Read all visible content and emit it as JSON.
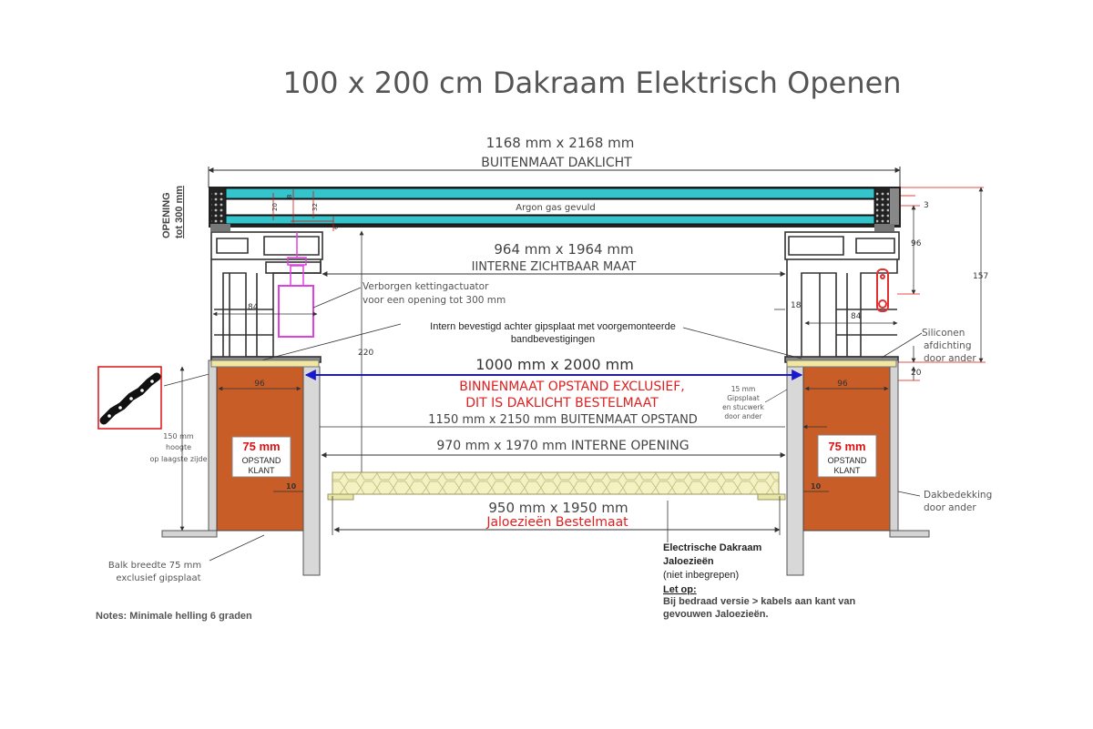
{
  "title": "100 x 200 cm Dakraam Elektrisch Openen",
  "outer_size": "1168 mm x 2168 mm",
  "outer_label": "BUITENMAAT DAKLICHT",
  "opening_label": "OPENING",
  "opening_value": "tot 300 mm",
  "argon": "Argon gas gevuld",
  "visible_size": "964 mm x 1964 mm",
  "visible_label": "IINTERNE ZICHTBAAR MAAT",
  "actuator_line1": "Verborgen kettingactuator",
  "actuator_line2": "voor een opening tot 300 mm",
  "fixed_line1": "Intern bevestigd achter gipsplaat met voorgemonteerde",
  "fixed_line2": "bandbevestigingen",
  "order_size": "1000 mm x 2000 mm",
  "order_label1": "BINNENMAAT OPSTAND EXCLUSIEF,",
  "order_label2": "DIT IS DAKLICHT BESTELMAAT",
  "upstand_outer": "1150 mm x 2150 mm BUITENMAAT OPSTAND",
  "gips_line1": "15 mm",
  "gips_line2": "Gipsplaat",
  "gips_line3": "en stucwerk",
  "gips_line4": "door ander",
  "internal_opening": "970 mm x 1970 mm INTERNE OPENING",
  "blind_size": "950 mm x 1950 mm",
  "blind_label": "Jaloezieën Bestelmaat",
  "curb_mm": "75 mm",
  "curb_label1": "OPSTAND",
  "curb_label2": "KLANT",
  "height_line1": "150 mm",
  "height_line2": "hoogte",
  "height_line3": "op laagste zijde",
  "beam_line1": "Balk breedte 75 mm",
  "beam_line2": "exclusief gipsplaat",
  "silicone_line1": "Siliconen",
  "silicone_line2": "afdichting",
  "silicone_line3": "door ander",
  "roofing_line1": "Dakbedekking",
  "roofing_line2": "door ander",
  "blinds_line1": "Electrische Dakraam",
  "blinds_line2": "Jaloezieën",
  "blinds_line3": "(niet inbegrepen)",
  "letop": "Let op:",
  "cable_line1": "Bij bedraad versie > kabels aan kant van",
  "cable_line2": "gevouwen Jaloezieën.",
  "notes": "Notes: Minimale helling 6 graden",
  "dims": {
    "d3": "3",
    "d96": "96",
    "d157": "157",
    "d84": "84",
    "d18": "18",
    "d220": "220",
    "d20": "20",
    "d10": "10",
    "d20v": "20",
    "d32": "32",
    "d6": "6",
    "d8": "8"
  },
  "colors": {
    "glass": "#33c4cc",
    "timber": "#c85d28",
    "blue_dim": "#1a1acc",
    "red_text": "#e02020",
    "actuator": "#e040e0",
    "insulation": "#f2f0b8",
    "text": "#555555"
  }
}
